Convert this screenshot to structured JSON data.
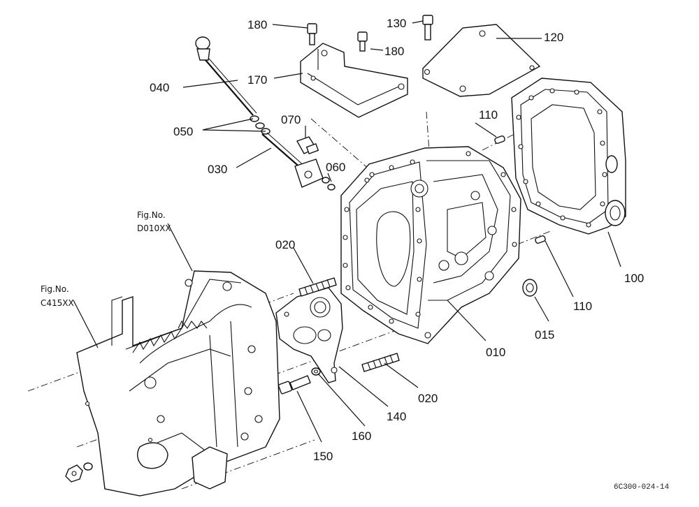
{
  "callouts": {
    "c180a": "180",
    "c130": "130",
    "c180b": "180",
    "c120": "120",
    "c040": "040",
    "c170": "170",
    "c110a": "110",
    "c050": "050",
    "c070": "070",
    "c060": "060",
    "c030": "030",
    "c020a": "020",
    "c100": "100",
    "c110b": "110",
    "c015": "015",
    "c010": "010",
    "c020b": "020",
    "c140": "140",
    "c160": "160",
    "c150": "150"
  },
  "figure_refs": {
    "d010_label": "Fig.No.",
    "d010_code": "D010XX",
    "c415_label": "Fig.No.",
    "c415_code": "C415XX"
  },
  "drawing_code": "6C300-024-14"
}
